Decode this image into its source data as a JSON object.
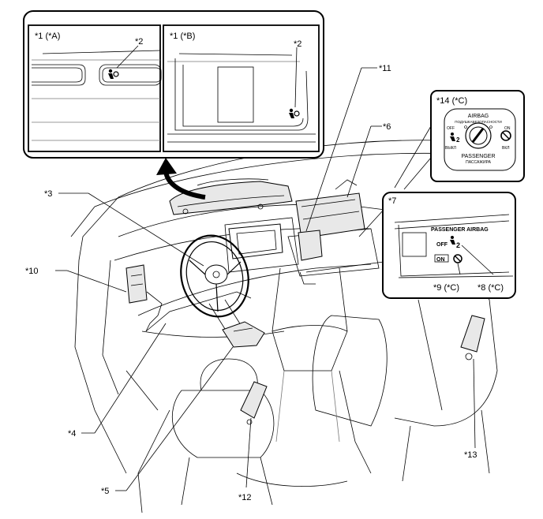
{
  "labels": {
    "l1a": "*1 (*A)",
    "l1b": "*1 (*B)",
    "l2a": "*2",
    "l2b": "*2",
    "l3": "*3",
    "l4": "*4",
    "l5": "*5",
    "l6": "*6",
    "l7": "*7",
    "l8": "*8 (*C)",
    "l9": "*9 (*C)",
    "l10": "*10",
    "l11": "*11",
    "l12": "*12",
    "l13": "*13",
    "l14": "*14 (*C)"
  },
  "switch_panel": {
    "title": "AIRBAG",
    "title_ru": "ПОДУШКАБЕЗОПАСНОСТИ",
    "off": "OFF",
    "on": "ON",
    "off_ru": "ВЫКЛ",
    "on_ru": "ВКЛ",
    "passenger": "PASSENGER",
    "passenger_ru": "ПАССАЖИРА"
  },
  "indicator_panel": {
    "title": "PASSENGER AIRBAG",
    "off": "OFF",
    "on": "ON"
  }
}
